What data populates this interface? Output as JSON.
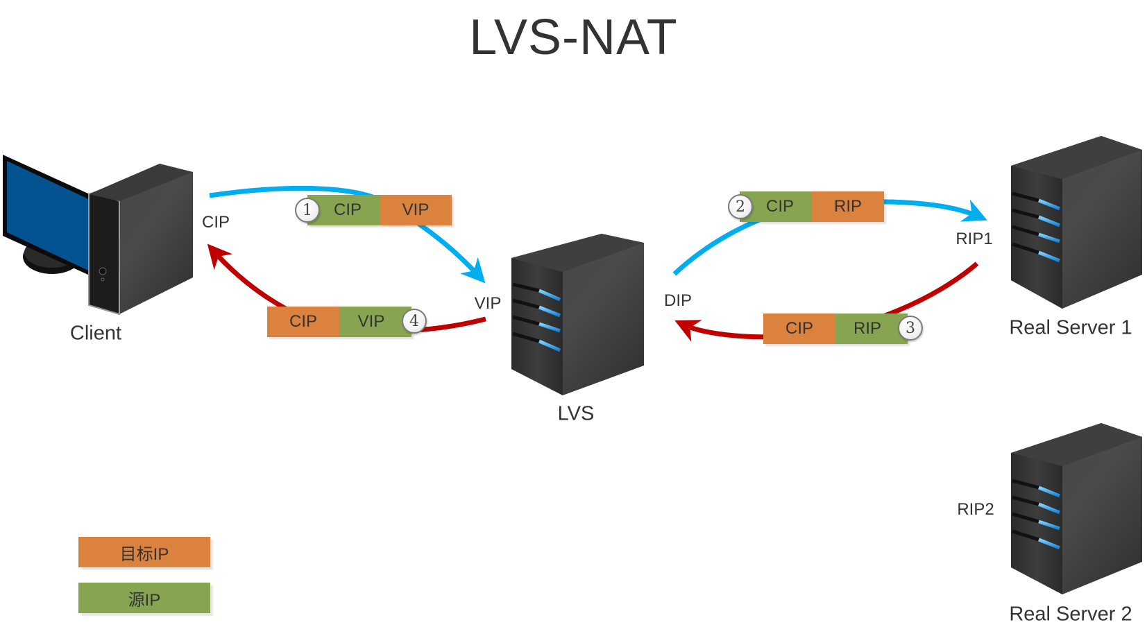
{
  "title": "LVS-NAT",
  "nodes": {
    "client": {
      "label": "Client",
      "ip_label": "CIP"
    },
    "lvs": {
      "label": "LVS",
      "vip_label": "VIP",
      "dip_label": "DIP"
    },
    "real_server_1": {
      "label": "Real Server 1",
      "ip_label": "RIP1"
    },
    "real_server_2": {
      "label": "Real Server 2",
      "ip_label": "RIP2"
    }
  },
  "packets": [
    {
      "step": "1",
      "segments": [
        {
          "text": "CIP",
          "role": "source"
        },
        {
          "text": "VIP",
          "role": "destination"
        }
      ]
    },
    {
      "step": "2",
      "segments": [
        {
          "text": "CIP",
          "role": "source"
        },
        {
          "text": "RIP",
          "role": "destination"
        }
      ]
    },
    {
      "step": "3",
      "segments": [
        {
          "text": "CIP",
          "role": "destination"
        },
        {
          "text": "RIP",
          "role": "source"
        }
      ]
    },
    {
      "step": "4",
      "segments": [
        {
          "text": "CIP",
          "role": "destination"
        },
        {
          "text": "VIP",
          "role": "source"
        }
      ]
    }
  ],
  "legend": [
    {
      "label": "目标IP",
      "meaning": "destination",
      "color": "#dc823f"
    },
    {
      "label": "源IP",
      "meaning": "source",
      "color": "#87a550"
    }
  ],
  "colors": {
    "request_arrow": "#00aeef",
    "response_arrow": "#c00000",
    "destination_ip": "#dc823f",
    "source_ip": "#87a550"
  }
}
